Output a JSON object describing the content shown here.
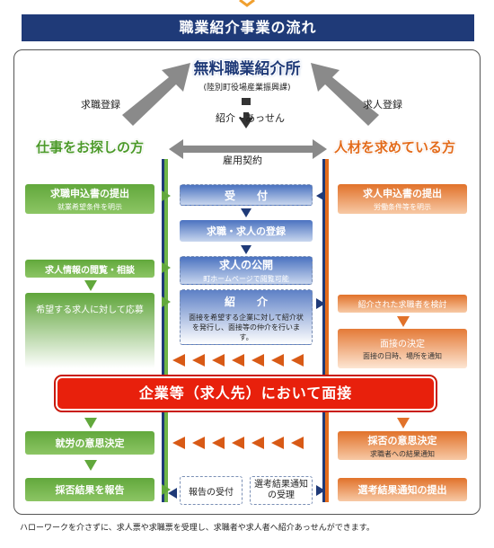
{
  "header": {
    "title": "職業紹介事業の流れ"
  },
  "office": {
    "name": "無料職業紹介所",
    "sub": "(陸別町役場産業振興課)"
  },
  "labels": {
    "job_seeker_register": "求職登録",
    "employer_register": "求人登録",
    "referral": "紹介・あっせん",
    "contract": "雇用契約"
  },
  "sides": {
    "seekers": "仕事をお探しの方",
    "employers": "人材を求めている方"
  },
  "left_boxes": [
    {
      "title": "求職申込書の提出",
      "note": "就業希望条件を明示"
    },
    {
      "title": "求人情報の閲覧・相談",
      "note": ""
    },
    {
      "title": "希望する求人に対して応募",
      "note": ""
    },
    {
      "title": "就労の意思決定",
      "note": ""
    },
    {
      "title": "採否結果を報告",
      "note": ""
    }
  ],
  "center_boxes": [
    {
      "title": "受　　付",
      "note": ""
    },
    {
      "title": "求職・求人の登録",
      "note": ""
    },
    {
      "title": "求人の公開",
      "note": "町ホームページで閲覧可能"
    },
    {
      "title": "紹　　介",
      "note": "面接を希望する企業に対して紹介状を発行し、面接等の仲介を行います。"
    },
    {
      "title": "報告の受付",
      "note": ""
    },
    {
      "title": "選考結果通知の受理",
      "note": ""
    }
  ],
  "right_boxes": [
    {
      "title": "求人申込書の提出",
      "note": "労働条件等を明示"
    },
    {
      "title": "紹介された求職者を検討",
      "note": ""
    },
    {
      "title": "面接の決定",
      "note": "面接の日時、場所を通知"
    },
    {
      "title": "採否の意思決定",
      "note": "求職者への結果通知"
    },
    {
      "title": "選考結果通知の提出",
      "note": ""
    }
  ],
  "interview": "企業等（求人先）において面接",
  "footer": "ハローワークを介さずに、求人票や求職票を受理し、求職者や求人者へ紹介あっせんができます。",
  "colors": {
    "navy": "#1f3a78",
    "green": "#62a83c",
    "orange": "#e1722a",
    "blue": "#4a72c0",
    "red": "#e8200c",
    "gray": "#8a8a8a"
  }
}
